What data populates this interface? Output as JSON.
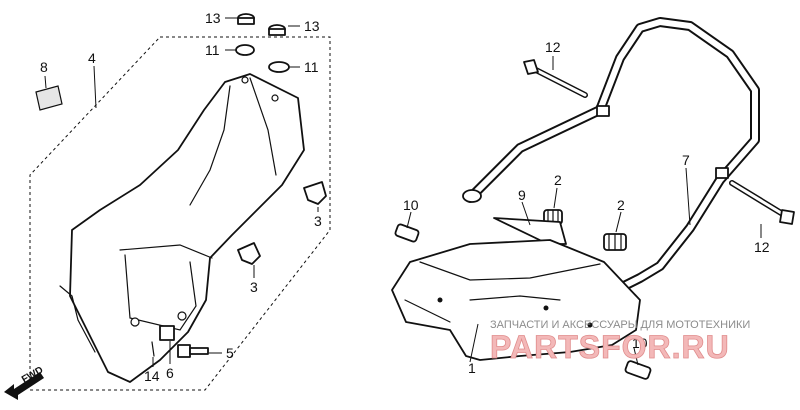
{
  "labels": {
    "part_1": "1",
    "part_2_left": "2",
    "part_2_right": "2",
    "part_3_upper": "3",
    "part_3_lower": "3",
    "part_4": "4",
    "part_5": "5",
    "part_6": "6",
    "part_7": "7",
    "part_8": "8",
    "part_9": "9",
    "part_10_upper": "10",
    "part_10_lower": "10",
    "part_11_left": "11",
    "part_11_right": "11",
    "part_12_upper": "12",
    "part_12_lower": "12",
    "part_13_left": "13",
    "part_13_right": "13",
    "part_14": "14"
  },
  "direction_marker": "FWD",
  "watermark": {
    "caption": "ЗАПЧАСТИ И АКСЕССУАРЫ ДЛЯ МОТОТЕХНИКИ",
    "brand": "PARTSFOR.RU"
  },
  "colors": {
    "line": "#111111",
    "watermark_text": "#8c8c8c",
    "brand_fill": "#f3b8b8"
  }
}
